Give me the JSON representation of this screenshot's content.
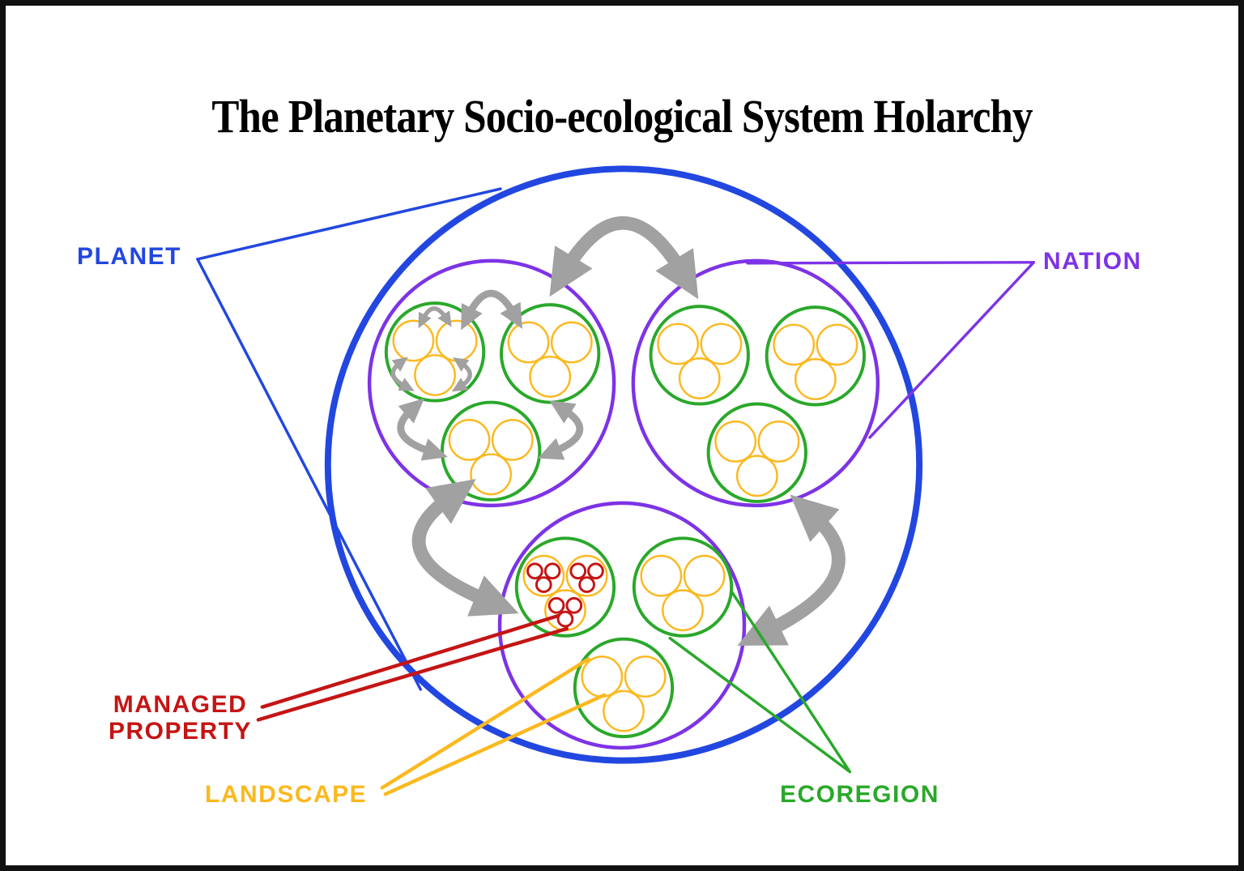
{
  "title": "The Planetary Socio-ecological System Holarchy",
  "labels": {
    "planet": "PLANET",
    "nation": "NATION",
    "managed_property": "MANAGED PROPERTY",
    "landscape": "LANDSCAPE",
    "ecoregion": "ECOREGION"
  },
  "colors": {
    "planet": "#2247e0",
    "nation": "#7d33e6",
    "ecoregion": "#2aa82a",
    "landscape": "#fbb91f",
    "managed_property": "#c51414",
    "arrow": "#a1a1a1",
    "title_text": "#000000",
    "frame": "#111111",
    "background": "#ffffff"
  },
  "hierarchy": {
    "levels": [
      {
        "label": "PLANET",
        "count": 1
      },
      {
        "label": "NATION",
        "count": 3
      },
      {
        "label": "ECOREGION",
        "count_per_parent": 3
      },
      {
        "label": "LANDSCAPE",
        "count_per_parent": 3
      },
      {
        "label": "MANAGED PROPERTY",
        "count_per_parent": 3
      }
    ],
    "exchange_arrows": "curved double-headed gray arrows between sibling holons at planet, nation and ecoregion scale"
  }
}
